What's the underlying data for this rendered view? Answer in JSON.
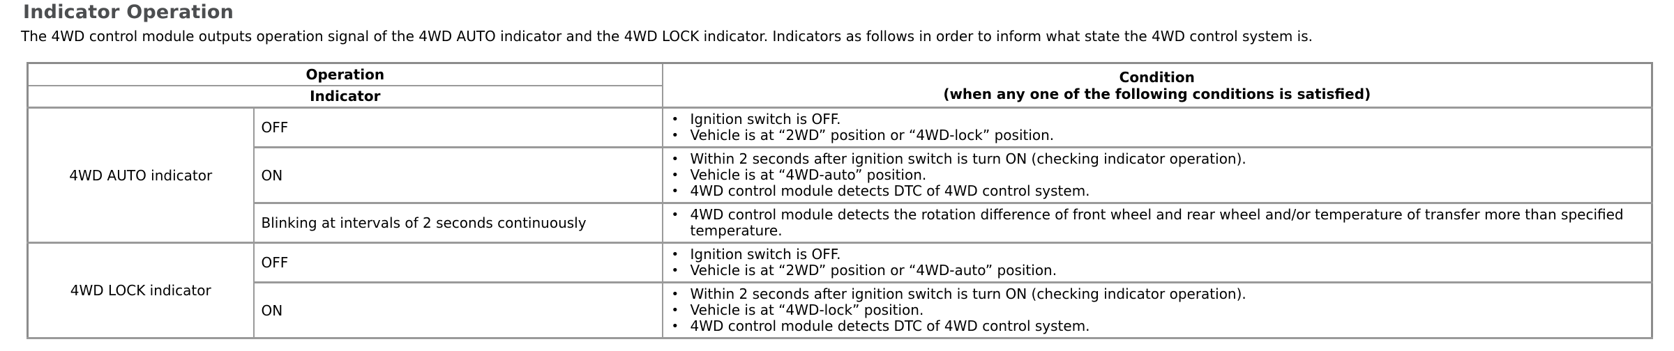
{
  "page": {
    "title": "Indicator Operation",
    "intro": "The 4WD control module outputs operation signal of the 4WD AUTO indicator and the 4WD LOCK indicator. Indicators as follows in order to inform what state the 4WD control system is."
  },
  "glyphs": {
    "bullet": "•"
  },
  "colors": {
    "title_text": "#4c4e50",
    "body_text": "#000000",
    "table_border": "#9a9a9a",
    "table_outer_border": "#8c8c8c",
    "background": "#ffffff"
  },
  "table": {
    "header": {
      "operation": "Operation",
      "indicator": "Indicator",
      "condition_title": "Condition",
      "condition_subtitle": "(when any one of the following conditions is satisfied)"
    },
    "groups": [
      {
        "name": "4WD AUTO indicator",
        "rows": [
          {
            "state": "OFF",
            "conditions": [
              "Ignition switch is OFF.",
              "Vehicle is at “2WD” position or “4WD-lock” position."
            ]
          },
          {
            "state": "ON",
            "conditions": [
              "Within 2 seconds after ignition switch is turn ON (checking indicator operation).",
              "Vehicle is at “4WD-auto” position.",
              "4WD control module detects DTC of 4WD control system."
            ]
          },
          {
            "state": "Blinking at intervals of 2 seconds continuously",
            "conditions": [
              "4WD control module detects the rotation difference of front wheel and rear wheel and/or temperature of transfer more than specified temperature."
            ]
          }
        ]
      },
      {
        "name": "4WD LOCK indicator",
        "rows": [
          {
            "state": "OFF",
            "conditions": [
              "Ignition switch is OFF.",
              "Vehicle is at “2WD” position or “4WD-auto” position."
            ]
          },
          {
            "state": "ON",
            "conditions": [
              "Within 2 seconds after ignition switch is turn ON (checking indicator operation).",
              "Vehicle is at “4WD-lock” position.",
              "4WD control module detects DTC of 4WD control system."
            ]
          }
        ]
      }
    ]
  }
}
